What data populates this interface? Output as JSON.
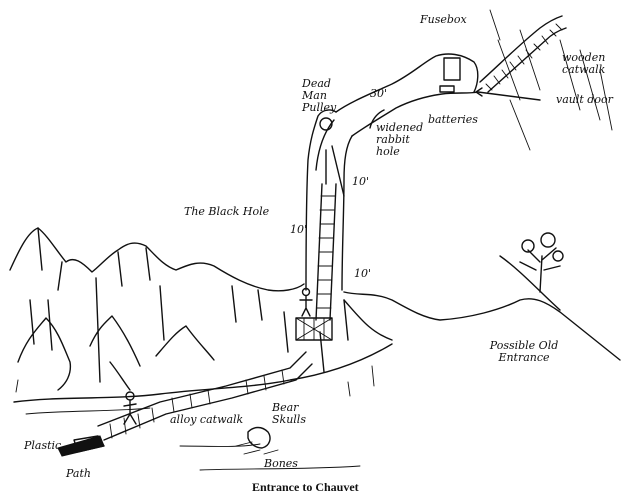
{
  "labels": {
    "fusebox": "Fusebox",
    "wooden_catwalk": "wooden catwalk",
    "dead_man_pulley": "Dead Man Pulley",
    "thirty_ft": "30'",
    "vault_door": "vault door",
    "widened_rabbit_hole": "widened rabbit hole",
    "batteries": "batteries",
    "ten_ft_upper": "10'",
    "black_hole": "The Black Hole",
    "ten_ft_middle": "10'",
    "ten_ft_lower": "10'",
    "possible_old_entrance": "Possible Old Entrance",
    "bear_skulls": "Bear Skulls",
    "alloy_catwalk": "alloy catwalk",
    "plastic": "Plastic",
    "path": "Path",
    "bones": "Bones"
  },
  "caption": "Entrance to Chauvet"
}
